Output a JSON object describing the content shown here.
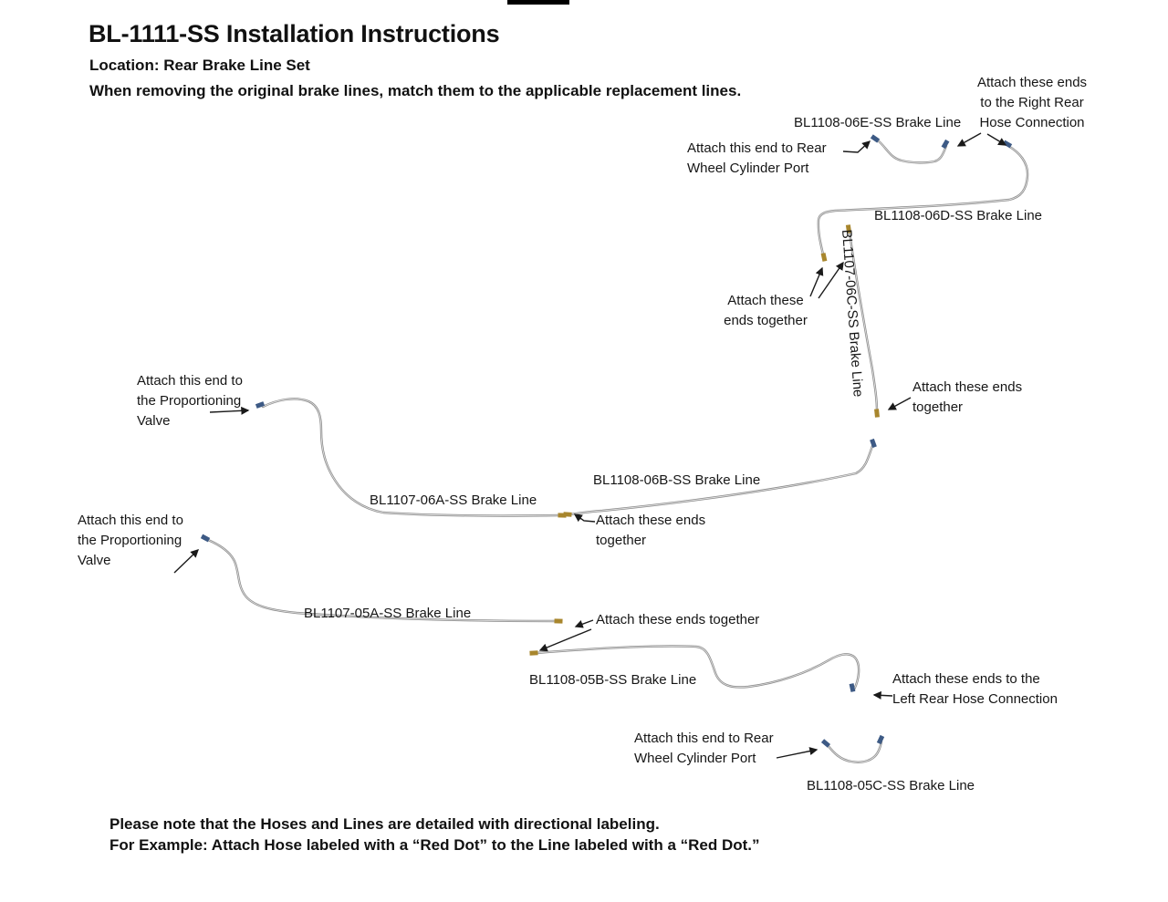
{
  "page": {
    "title": "BL-1111-SS Installation Instructions",
    "location": "Location: Rear Brake Line Set",
    "instruction": "When removing the original brake lines, match them to the applicable replacement lines.",
    "note_line1": "Please note that the Hoses and Lines are detailed with directional labeling.",
    "note_line2": "For Example: Attach Hose labeled with a “Red Dot” to the Line labeled with a “Red Dot.”"
  },
  "line_labels": {
    "bl1108_06e": "BL1108-06E-SS Brake Line",
    "bl1108_06d": "BL1108-06D-SS Brake Line",
    "bl1107_06c": "BL1107-06C-SS Brake Line",
    "bl1107_06a": "BL1107-06A-SS Brake Line",
    "bl1108_06b": "BL1108-06B-SS Brake Line",
    "bl1107_05a": "BL1107-05A-SS Brake Line",
    "bl1108_05b": "BL1108-05B-SS Brake Line",
    "bl1108_05c": "BL1108-05C-SS Brake Line"
  },
  "annotations": {
    "right_rear_hose": "Attach these ends\nto the Right Rear\nHose Connection",
    "wheel_cylinder_top": "Attach this end to Rear\nWheel Cylinder Port",
    "ends_together_upper": "Attach these\nends together",
    "ends_together_right": "Attach these ends\ntogether",
    "prop_valve_upper": "Attach this end to\nthe Proportioning\nValve",
    "ends_together_mid": "Attach these ends\ntogether",
    "prop_valve_lower": "Attach this end to\nthe Proportioning\nValve",
    "ends_together_lower": "Attach these ends together",
    "left_rear_hose": "Attach these ends to the\nLeft Rear Hose Connection",
    "wheel_cylinder_bottom": "Attach this end to Rear\nWheel Cylinder Port"
  },
  "colors": {
    "line": "#8c8c8c",
    "fitting_blue": "#3d5a85",
    "fitting_gold": "#a8862d",
    "arrow": "#1a1a1a"
  }
}
